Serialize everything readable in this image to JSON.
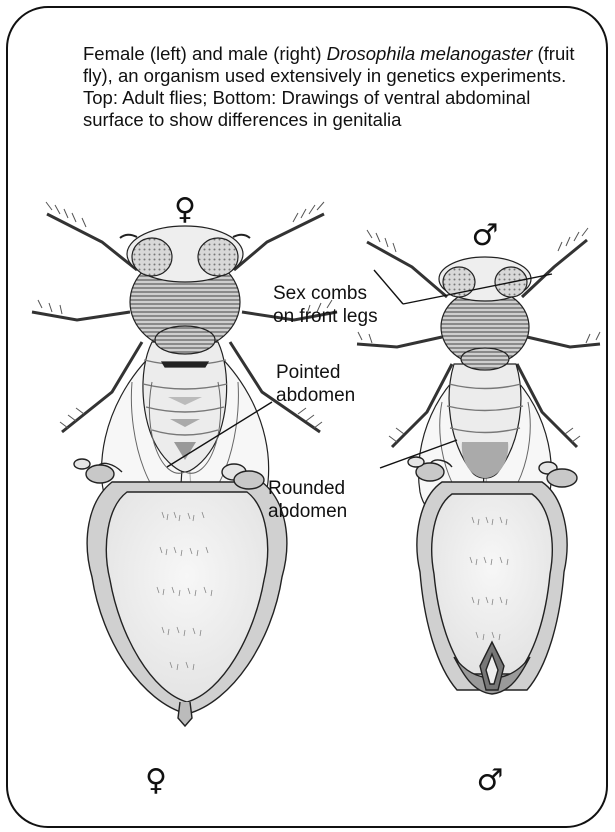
{
  "caption": {
    "part1": "Female (left) and male (right) ",
    "species": "Drosophila melanogaster",
    "part2": " (fruit fly), an organism used extensively in genetics experiments. Top: Adult flies; Bottom: Drawings of ventral abdominal surface to show differences in genitalia"
  },
  "symbols": {
    "female": "♀",
    "male": "♂"
  },
  "labels": {
    "sex_combs_line1": "Sex combs",
    "sex_combs_line2": "on front legs",
    "pointed_line1": "Pointed",
    "pointed_line2": "abdomen",
    "rounded_line1": "Rounded",
    "rounded_line2": "abdomen"
  },
  "icons": [
    "female-symbol-icon",
    "male-symbol-icon",
    "fly-illustration",
    "abdomen-illustration"
  ]
}
